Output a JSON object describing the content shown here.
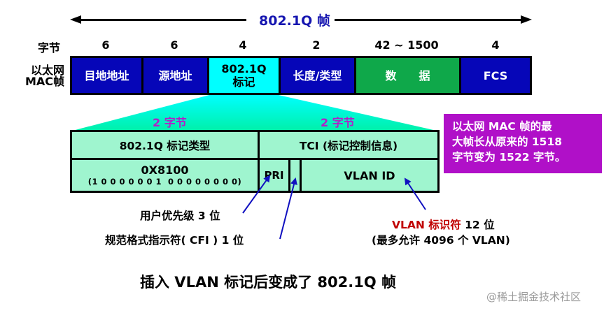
{
  "header": {
    "frame_title": "802.1Q 帧"
  },
  "bytes_row": {
    "label": "字节",
    "values": [
      "6",
      "6",
      "4",
      "2",
      "42 ~ 1500",
      "4"
    ]
  },
  "mac_frame": {
    "row_label_line1": "以太网",
    "row_label_line2": "MAC帧",
    "fields": [
      {
        "label": "目地地址",
        "color": "#0606b8"
      },
      {
        "label": "源地址",
        "color": "#0606b8"
      },
      {
        "label_line1": "802.1Q",
        "label_line2": "标记",
        "color": "#00ffff"
      },
      {
        "label": "长度/类型",
        "color": "#0606b8"
      },
      {
        "label": "数　　据",
        "color": "#0fa84a"
      },
      {
        "label": "FCS",
        "color": "#0606b8"
      }
    ]
  },
  "tag_detail": {
    "left_bytes": "2 字节",
    "right_bytes": "2 字节",
    "tpid_header": "802.1Q 标记类型",
    "tci_header": "TCI (标记控制信息)",
    "tpid_value": "0X8100",
    "tpid_binary": "(1 0 0 0 0 0 0 1  0 0 0 0 0 0 0 0)",
    "pri_label": "PRI",
    "cfi_label": "",
    "vlan_id_label": "VLAN ID"
  },
  "annotations": {
    "pri_note": "用户优先级 3 位",
    "cfi_note": "规范格式指示符( CFI ) 1 位",
    "vid_note_red": "VLAN 标识符",
    "vid_note_black": " 12 位",
    "vid_note_line2": "(最多允许 4096 个 VLAN)"
  },
  "note_box": {
    "line1": "以太网 MAC 帧的最",
    "line2": "大帧长从原来的 1518",
    "line3": "字节变为 1522 字节。",
    "color": "#b010c8"
  },
  "caption": "插入 VLAN 标记后变成了 802.1Q 帧",
  "watermark": "@稀土掘金技术社区"
}
